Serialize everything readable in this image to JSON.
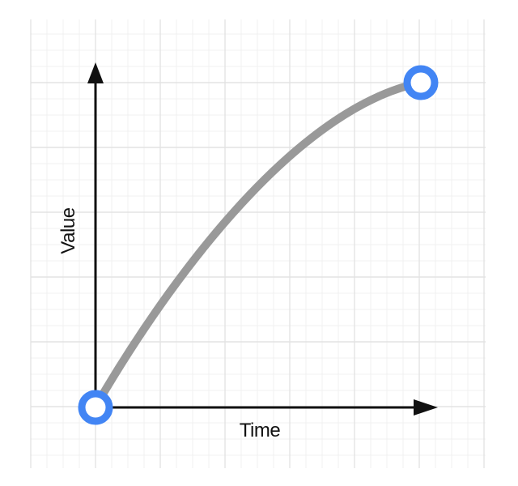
{
  "diagram": {
    "x_axis_label": "Time",
    "y_axis_label": "Value",
    "curve": {
      "start_label": "",
      "end_label": "",
      "shape": "ease-out"
    },
    "colors": {
      "background": "#ffffff",
      "grid_major": "#e3e3e3",
      "grid_minor": "#f1f1f1",
      "axes": "#111111",
      "curve": "#999999",
      "endpoint": "#4285f4",
      "endpoint_fill": "#ffffff"
    }
  }
}
